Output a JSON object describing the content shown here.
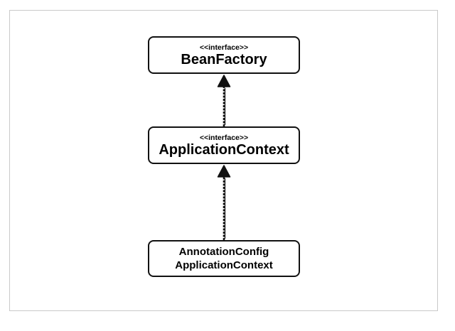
{
  "nodes": {
    "bean_factory": {
      "stereotype": "<<interface>>",
      "name": "BeanFactory"
    },
    "application_context": {
      "stereotype": "<<interface>>",
      "name": "ApplicationContext"
    },
    "annotation_config_application_context": {
      "name_line1": "AnnotationConfig",
      "name_line2": "ApplicationContext"
    }
  },
  "edges": [
    {
      "from": "application_context",
      "to": "bean_factory",
      "type": "inheritance"
    },
    {
      "from": "annotation_config_application_context",
      "to": "application_context",
      "type": "inheritance"
    }
  ],
  "colors": {
    "stroke": "#111111",
    "frame": "#c9c9c9",
    "background": "#ffffff"
  }
}
